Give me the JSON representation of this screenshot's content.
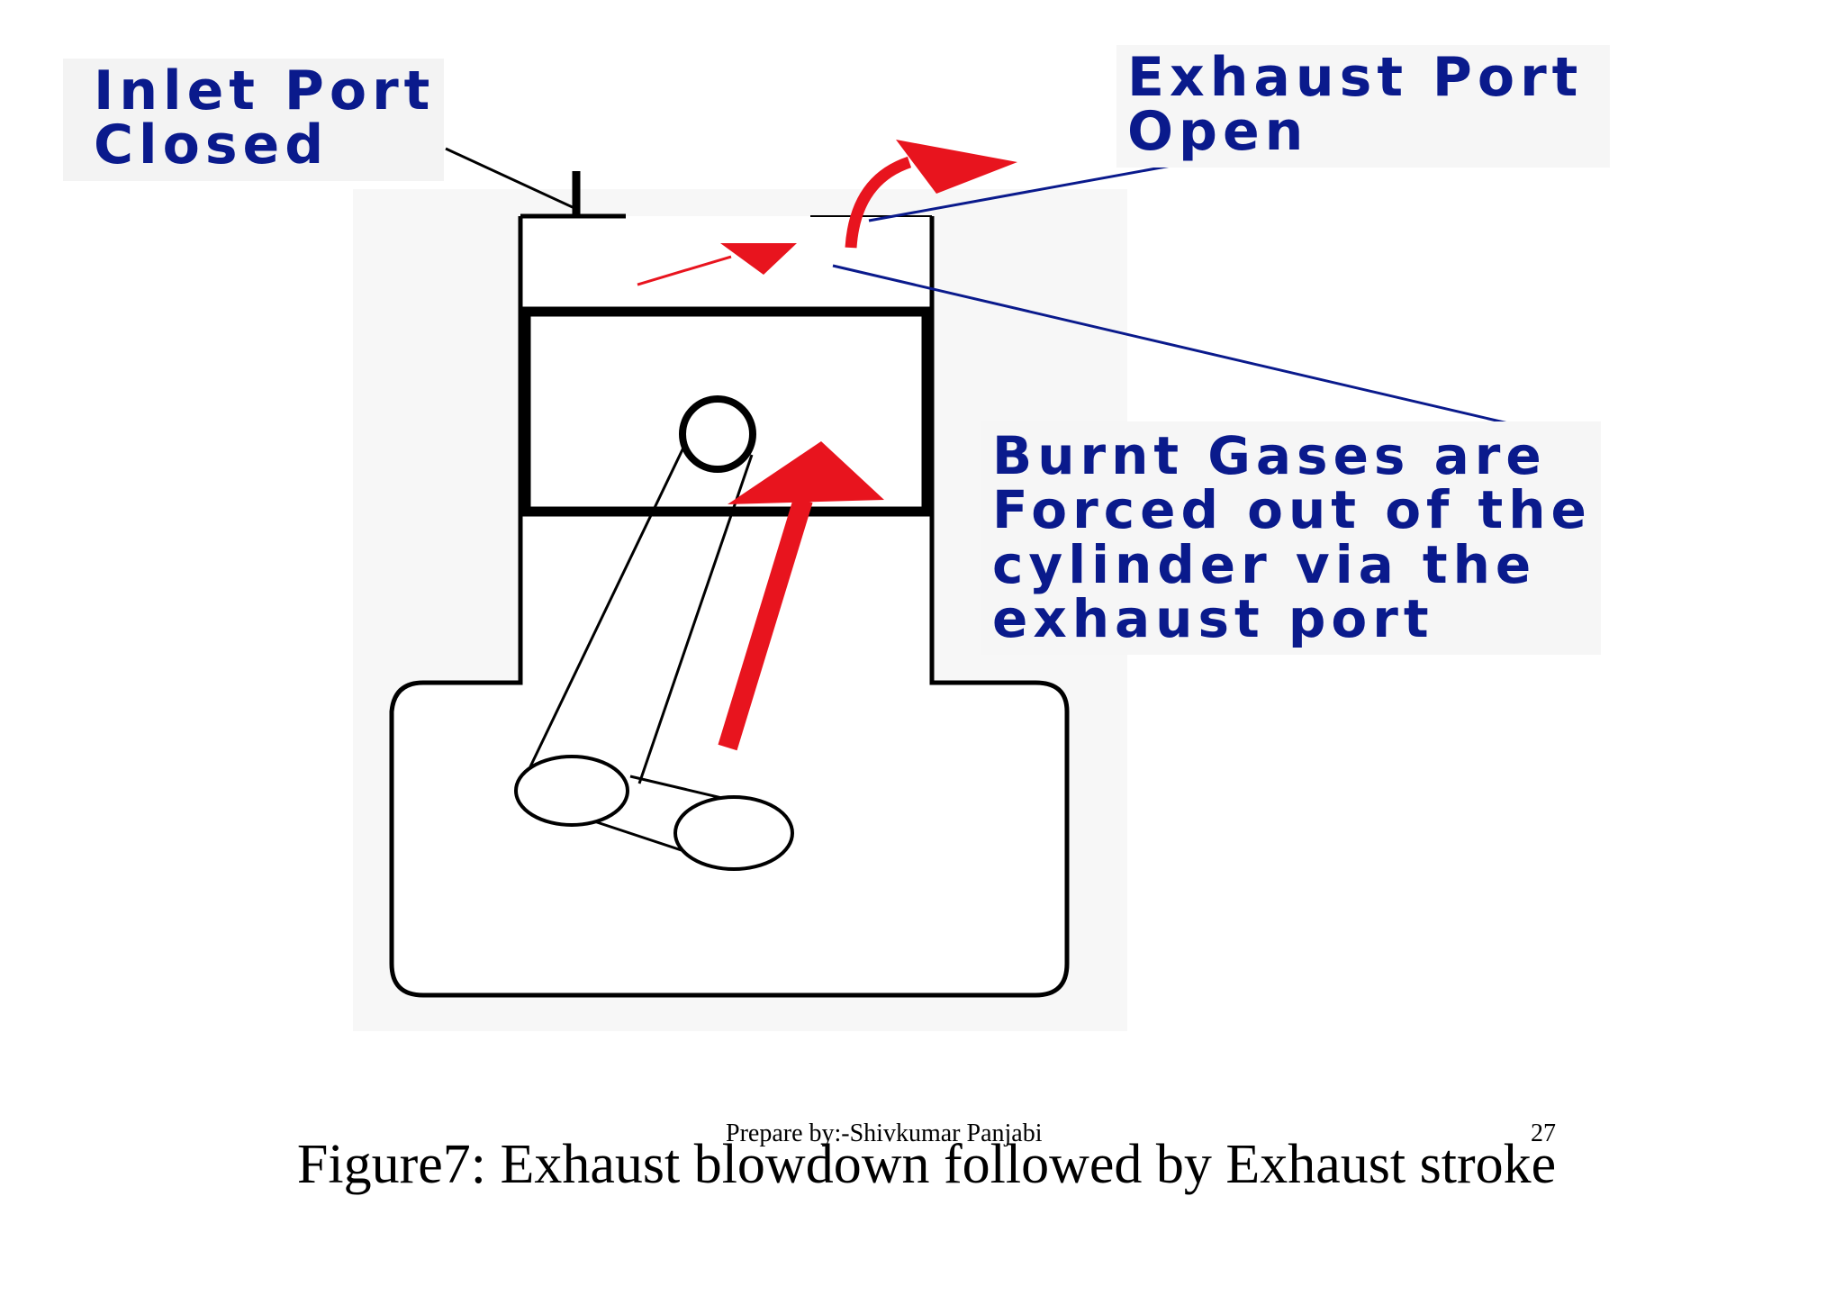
{
  "diagram": {
    "labels": {
      "inlet": [
        "Inlet Port",
        "Closed"
      ],
      "exhaust": [
        "Exhaust Port",
        "Open"
      ],
      "burnt": [
        "Burnt Gases are",
        "Forced out of the",
        "cylinder via the",
        "exhaust port"
      ]
    },
    "colors": {
      "label_text": "#0a1a8c",
      "arrow": "#e8141e",
      "outline": "#000000"
    }
  },
  "footer": {
    "credit": "Prepare by:-Shivkumar Panjabi",
    "page_number": "27"
  },
  "caption": "Figure7: Exhaust blowdown followed by Exhaust stroke"
}
